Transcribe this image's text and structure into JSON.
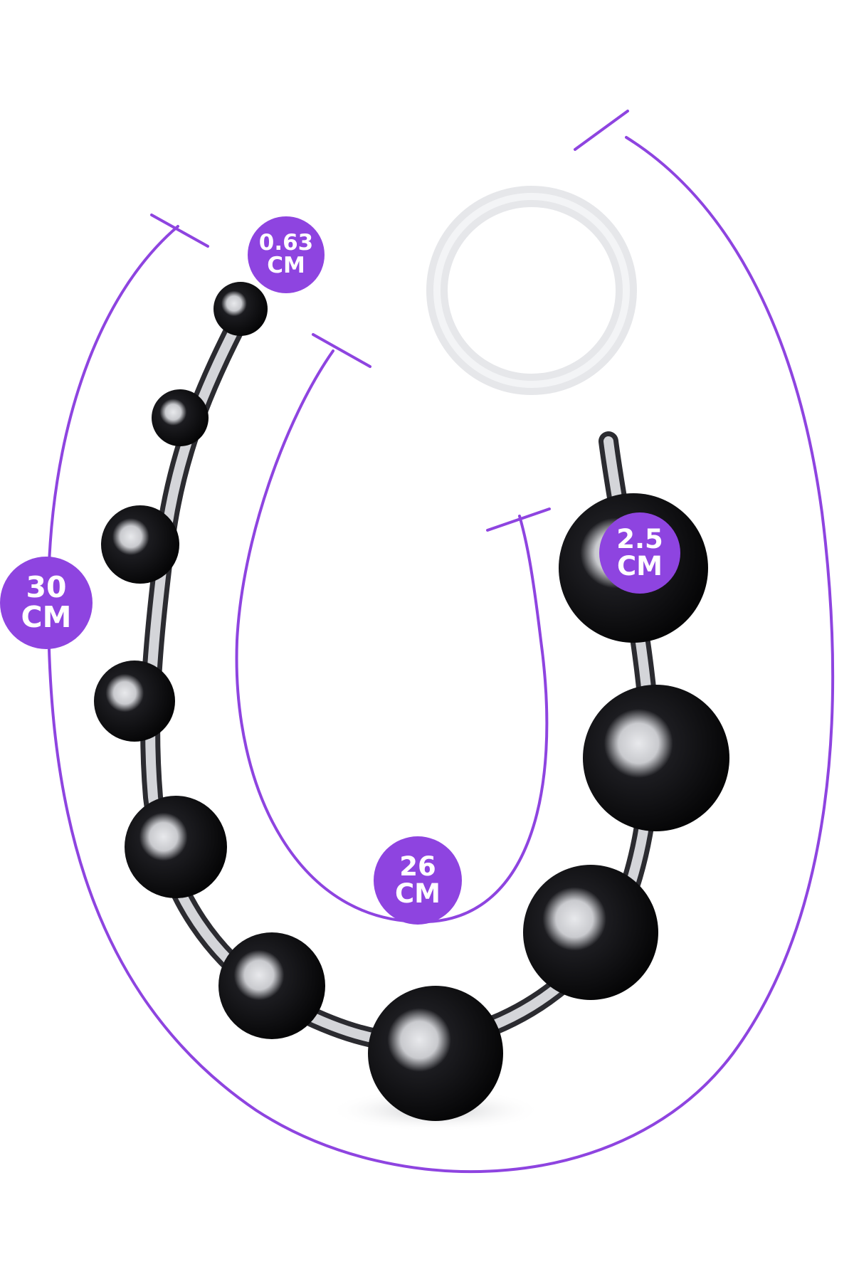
{
  "image": {
    "subject": "black bead string with clear ring handle, dimension diagram",
    "background_color": "#ffffff",
    "accent_color": "#8e44e0",
    "bead_color": "#0d0d0f",
    "ring_color": "#e9eaec"
  },
  "measurements": [
    {
      "id": "tip-bead-diameter",
      "value": "0.63",
      "unit": "CM"
    },
    {
      "id": "total-length",
      "value": "30",
      "unit": "CM"
    },
    {
      "id": "largest-bead-diameter",
      "value": "2.5",
      "unit": "CM"
    },
    {
      "id": "insertable-length",
      "value": "26",
      "unit": "CM"
    }
  ]
}
